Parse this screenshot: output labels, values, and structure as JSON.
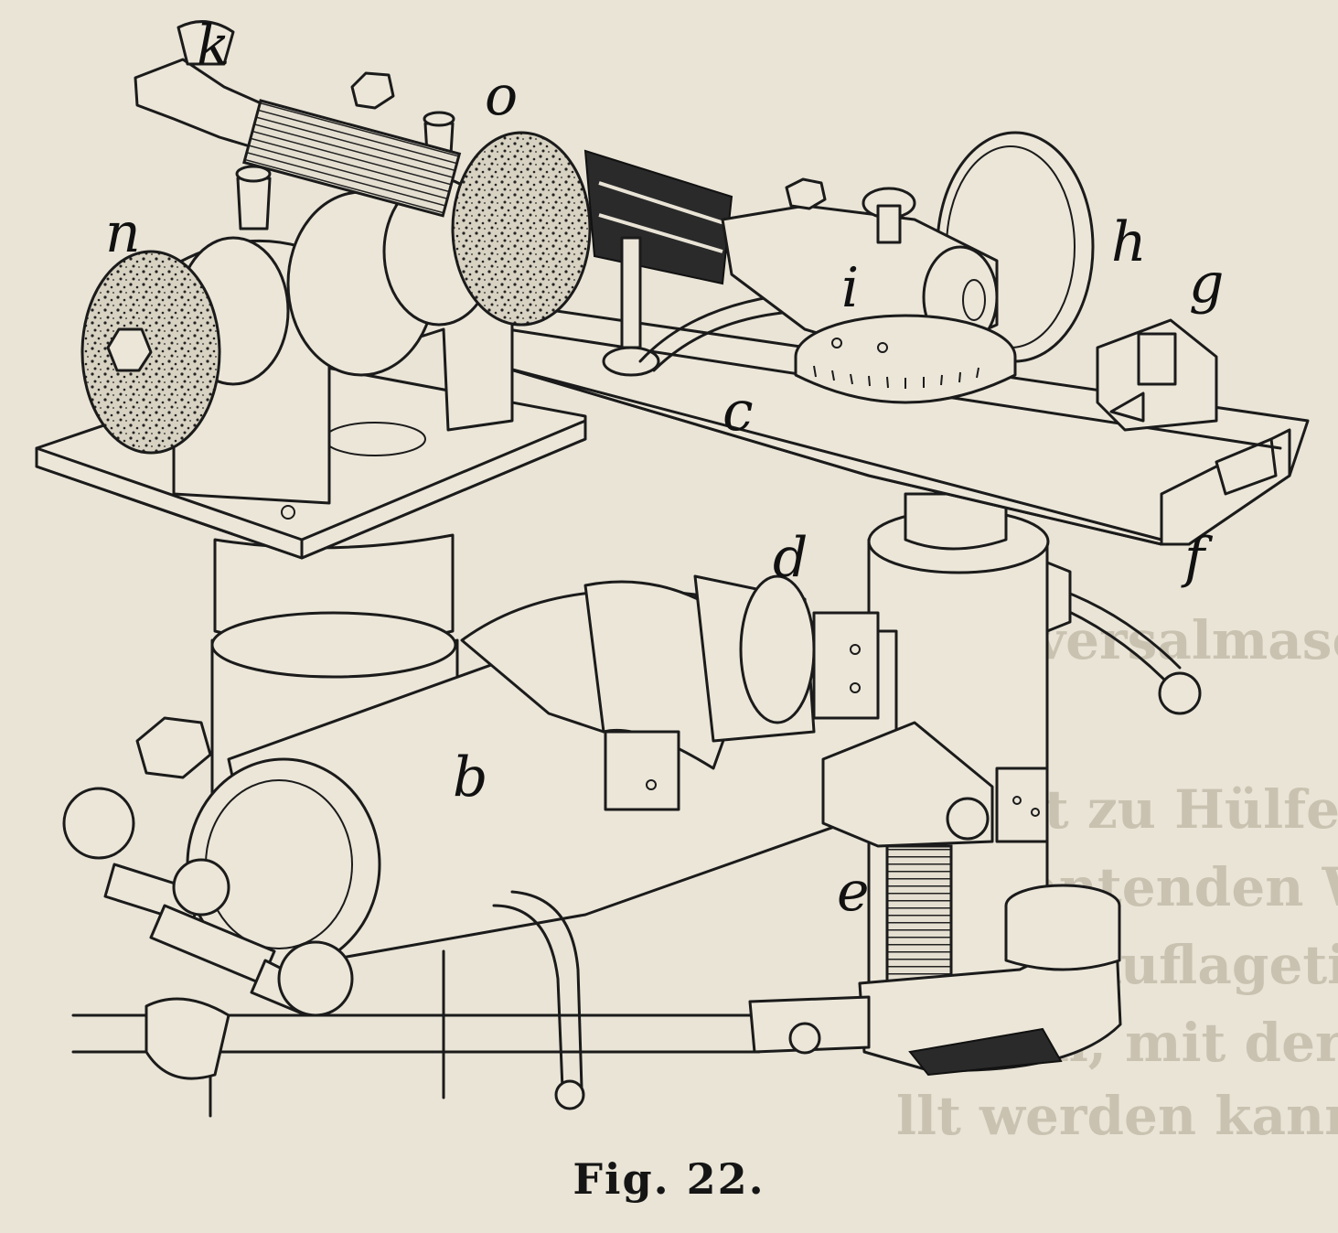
{
  "caption": "Fig. 22.",
  "part_labels": {
    "k": "k",
    "o": "o",
    "n": "n",
    "h": "h",
    "g": "g",
    "i": "i",
    "c": "c",
    "d": "d",
    "f": "f",
    "b": "b",
    "e": "e"
  },
  "colors": {
    "paper": "#e9e4d6",
    "ink": "#1b1b1b",
    "bleed_through": "#c9c2b1"
  }
}
